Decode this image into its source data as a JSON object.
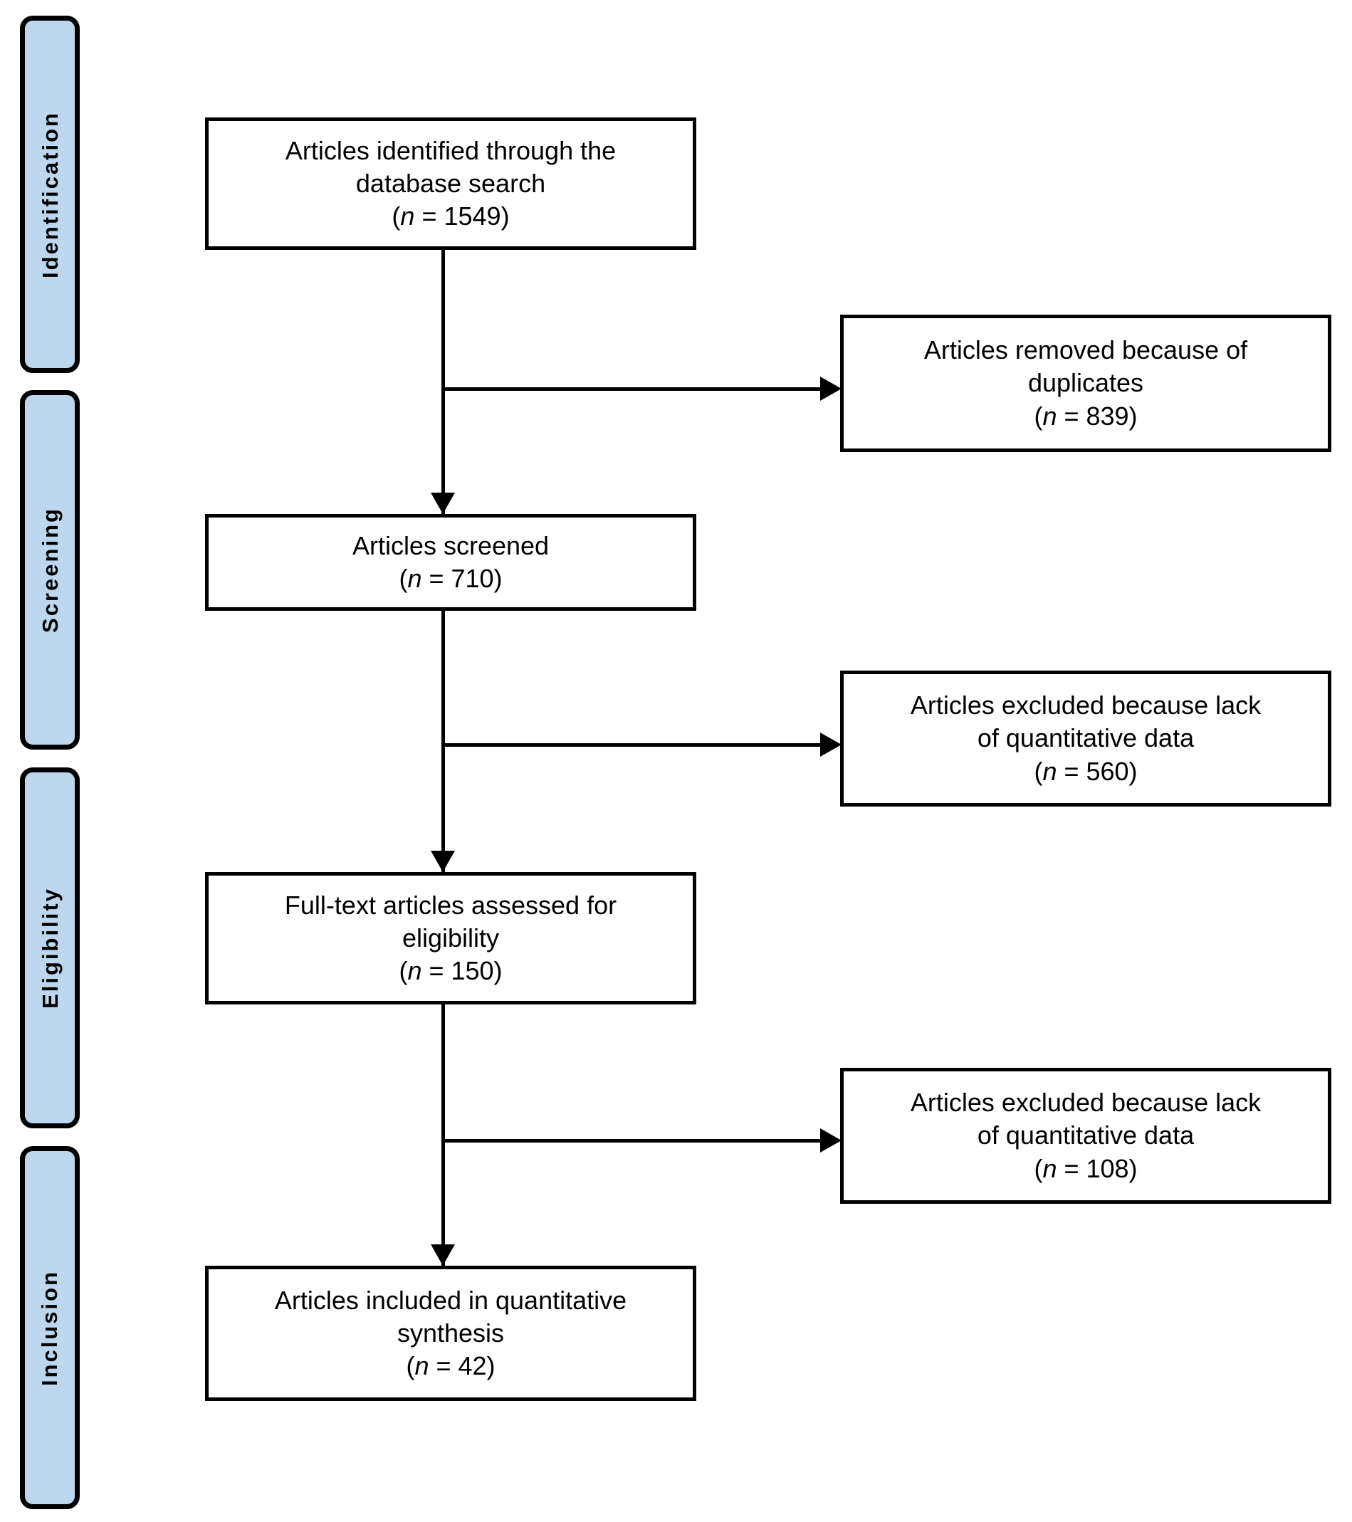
{
  "diagram": {
    "type": "prisma-flow-diagram",
    "colors": {
      "stage_tab_fill": "#bcd7ee",
      "stroke": "#000000",
      "box_fill": "#ffffff"
    },
    "stages": [
      {
        "label": "Identification"
      },
      {
        "label": "Screening"
      },
      {
        "label": "Eligibility"
      },
      {
        "label": "Inclusion"
      }
    ],
    "main_boxes": [
      {
        "line1": "Articles identified through the",
        "line2": "database search",
        "count_open": "(",
        "count_n": "n",
        "count_eq": " = 1549)",
        "n_value": 1549
      },
      {
        "line1": "Articles screened",
        "line2": "",
        "count_open": "(",
        "count_n": "n",
        "count_eq": " = 710)",
        "n_value": 710
      },
      {
        "line1": "Full-text articles assessed for",
        "line2": "eligibility",
        "count_open": "(",
        "count_n": "n",
        "count_eq": " = 150)",
        "n_value": 150
      },
      {
        "line1": "Articles included in quantitative",
        "line2": "synthesis",
        "count_open": "(",
        "count_n": "n",
        "count_eq": " = 42)",
        "n_value": 42
      }
    ],
    "side_boxes": [
      {
        "line1": "Articles removed because of",
        "line2": "duplicates",
        "count_open": "(",
        "count_n": "n",
        "count_eq": " = 839)",
        "n_value": 839
      },
      {
        "line1": "Articles excluded because lack",
        "line2": "of quantitative data",
        "count_open": "(",
        "count_n": "n",
        "count_eq": " = 560)",
        "n_value": 560
      },
      {
        "line1": "Articles excluded because lack",
        "line2": "of quantitative data",
        "count_open": "(",
        "count_n": "n",
        "count_eq": " = 108)",
        "n_value": 108
      }
    ]
  }
}
